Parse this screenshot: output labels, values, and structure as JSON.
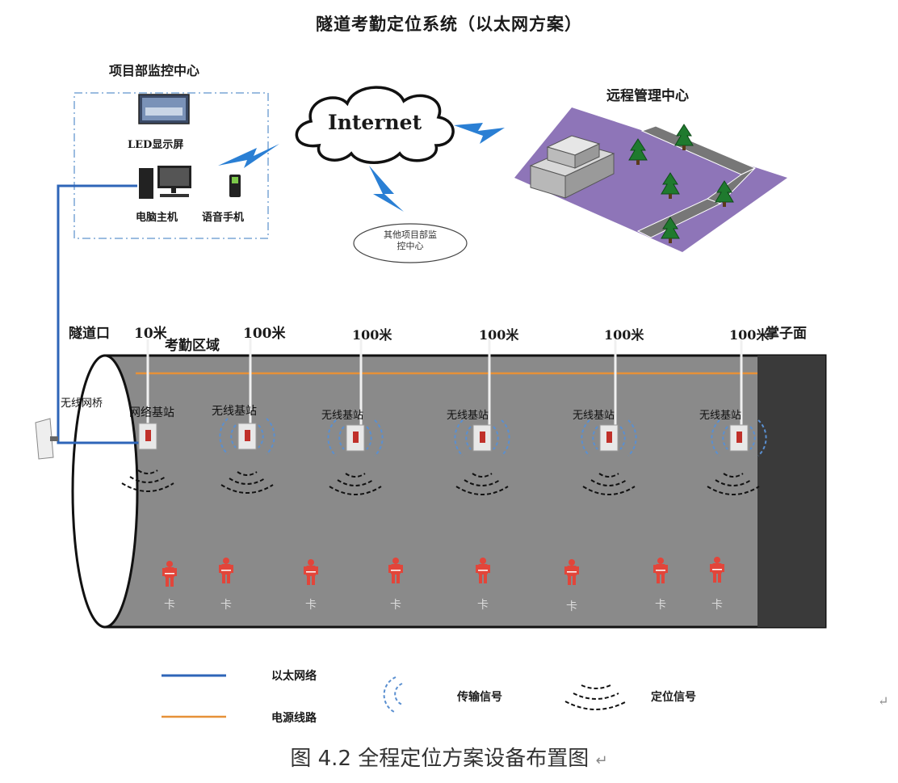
{
  "title": "隧道考勤定位系统（以太网方案）",
  "caption": "图 4.2 全程定位方案设备布置图",
  "return_mark": "↵",
  "monitor_center": {
    "title": "项目部监控中心",
    "led_label": "LED显示屏",
    "pc_label": "电脑主机",
    "phone_label": "语音手机"
  },
  "internet": "Internet",
  "other_center": [
    "其他项目部监",
    "控中心"
  ],
  "remote_center": "远程管理中心",
  "tunnel": {
    "entrance": "隧道口",
    "face": "掌子面",
    "area": "考勤区域",
    "bridge": "无线网桥",
    "distances": [
      "10米",
      "100米",
      "100米",
      "100米",
      "100米",
      "100米"
    ],
    "stations": [
      "网络基站",
      "无线基站",
      "无线基站",
      "无线基站",
      "无线基站",
      "无线基站"
    ],
    "card": "卡"
  },
  "legend": {
    "ethernet": "以太网络",
    "power": "电源线路",
    "transmit": "传输信号",
    "locate": "定位信号"
  },
  "colors": {
    "ethernet": "#2e65b8",
    "power": "#e69138",
    "tunnel_fill": "#8a8a8a",
    "face_fill": "#3a3a3a",
    "ground": "#8e75b8",
    "worker": "#e2453a",
    "bolt": "#2a7fd4"
  }
}
